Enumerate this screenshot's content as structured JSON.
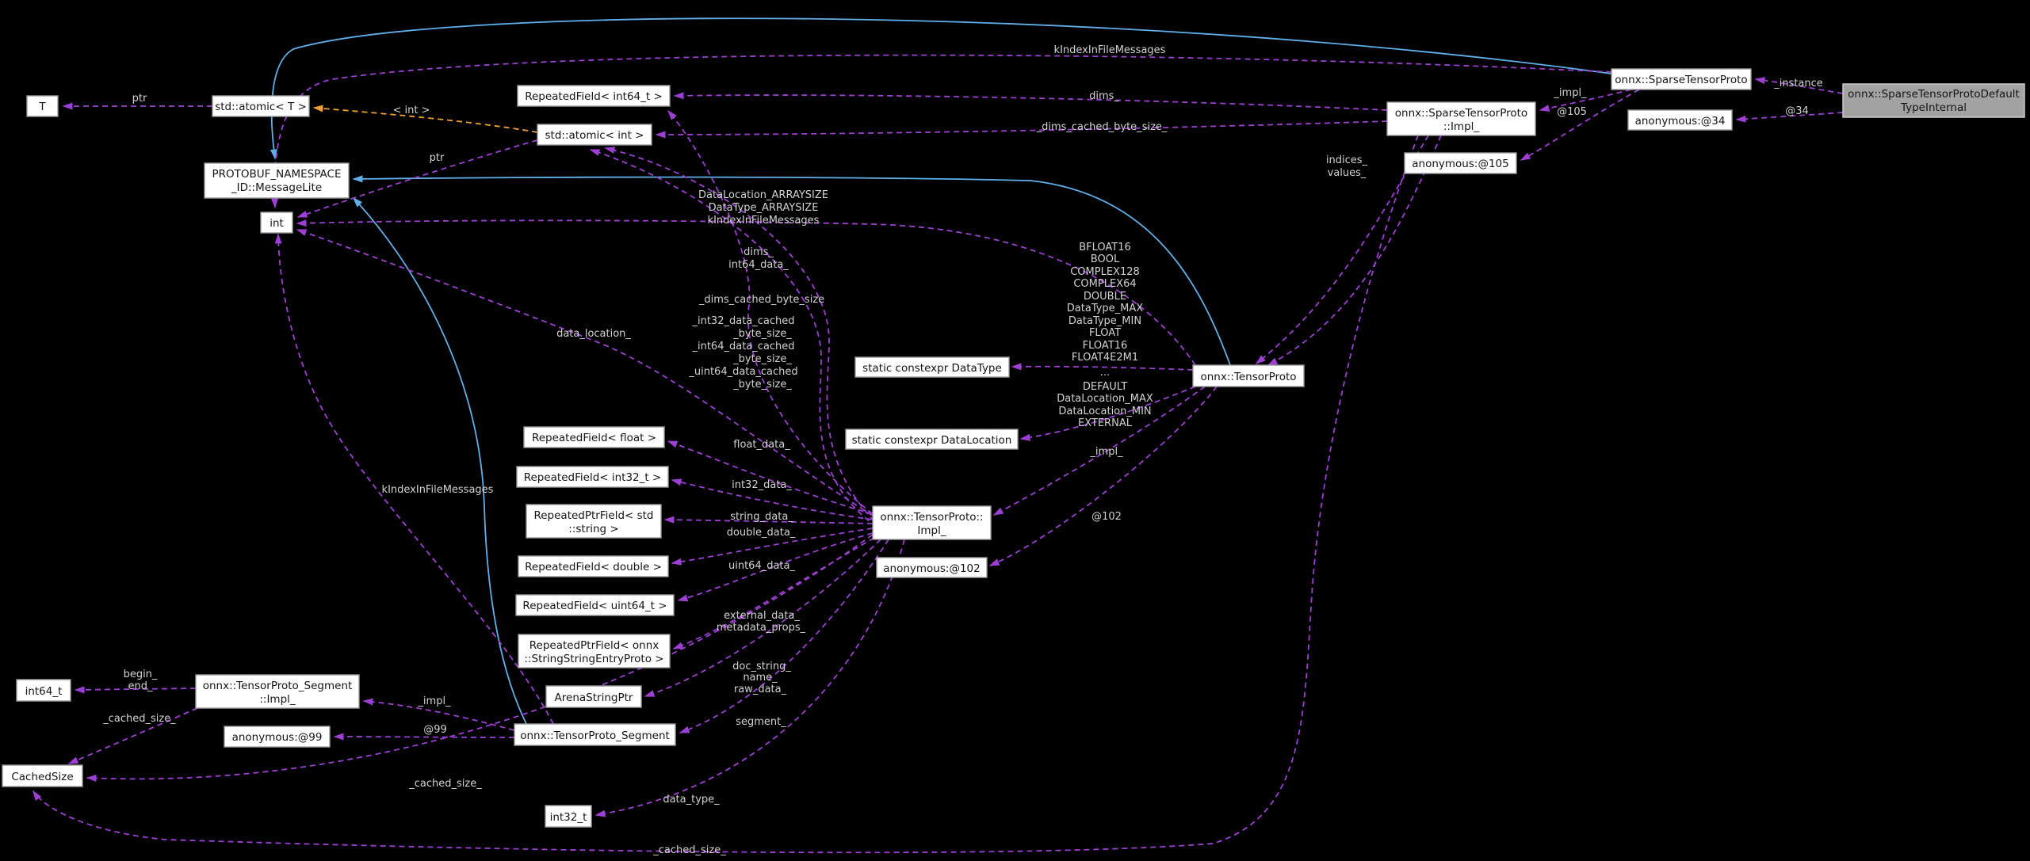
{
  "colors": {
    "background": "#000000",
    "node_fill": "#ffffff",
    "node_border": "#9b9b9b",
    "gray_node_fill": "#a2a2a2",
    "edge_member": "#9d3fd4",
    "edge_inheritance": "#5fb0ea",
    "edge_template": "#f0a030",
    "edge_label_text": "#d2d2d2",
    "node_text": "#141414"
  },
  "nodes": {
    "t": {
      "lines": [
        "T"
      ]
    },
    "atomic_t": {
      "lines": [
        "std::atomic< T >"
      ]
    },
    "message_lite": {
      "lines": [
        "PROTOBUF_NAMESPACE",
        "_ID::MessageLite"
      ]
    },
    "int": {
      "lines": [
        "int"
      ]
    },
    "rf_int64": {
      "lines": [
        "RepeatedField< int64_t >"
      ]
    },
    "atomic_int": {
      "lines": [
        "std::atomic< int >"
      ]
    },
    "sparse_tensor_proto": {
      "lines": [
        "onnx::SparseTensorProto"
      ]
    },
    "sparse_default_type_internal": {
      "lines": [
        "onnx::SparseTensorProtoDefault",
        "TypeInternal"
      ]
    },
    "anon_34": {
      "lines": [
        "anonymous:@34"
      ]
    },
    "sparse_impl": {
      "lines": [
        "onnx::SparseTensorProto",
        "::Impl_"
      ]
    },
    "anon_105": {
      "lines": [
        "anonymous:@105"
      ]
    },
    "tensor_proto": {
      "lines": [
        "onnx::TensorProto"
      ]
    },
    "constexpr_datatype": {
      "lines": [
        "static constexpr DataType"
      ]
    },
    "constexpr_datalocation": {
      "lines": [
        "static constexpr DataLocation"
      ]
    },
    "tensor_impl": {
      "lines": [
        "onnx::TensorProto::",
        "Impl_"
      ]
    },
    "anon_102": {
      "lines": [
        "anonymous:@102"
      ]
    },
    "rf_float": {
      "lines": [
        "RepeatedField< float >"
      ]
    },
    "rf_int32": {
      "lines": [
        "RepeatedField< int32_t >"
      ]
    },
    "rpf_string": {
      "lines": [
        "RepeatedPtrField< std",
        "::string >"
      ]
    },
    "rf_double": {
      "lines": [
        "RepeatedField< double >"
      ]
    },
    "rf_uint64": {
      "lines": [
        "RepeatedField< uint64_t >"
      ]
    },
    "rpf_sse": {
      "lines": [
        "RepeatedPtrField< onnx",
        "::StringStringEntryProto >"
      ]
    },
    "arena_string_ptr": {
      "lines": [
        "ArenaStringPtr"
      ]
    },
    "tensor_segment": {
      "lines": [
        "onnx::TensorProto_Segment"
      ]
    },
    "int64_t": {
      "lines": [
        "int64_t"
      ]
    },
    "segment_impl": {
      "lines": [
        "onnx::TensorProto_Segment",
        "::Impl_"
      ]
    },
    "anon_99": {
      "lines": [
        "anonymous:@99"
      ]
    },
    "cached_size": {
      "lines": [
        "CachedSize"
      ]
    },
    "int32_t": {
      "lines": [
        "int32_t"
      ]
    }
  },
  "edge_labels": {
    "k_index_top": "kIndexInFileMessages",
    "ptr_t": "ptr",
    "template_int": "< int >",
    "ptr_int": "ptr",
    "dims_top": "dims_",
    "dims_cached_top": "_dims_cached_byte_size_",
    "impl_sparse": "_impl_",
    "at105": "@105",
    "instance": "_instance",
    "at34": "@34",
    "arraysizes": [
      "DataLocation_ARRAYSIZE",
      "DataType_ARRAYSIZE",
      "kIndexInFileMessages"
    ],
    "dims_int64": [
      "dims_",
      "int64_data_"
    ],
    "dims_cached_mid": "_dims_cached_byte_size",
    "cached_sizes_block": [
      "_int32_data_cached",
      "_byte_size_",
      "_int64_data_cached",
      "_byte_size_",
      "_uint64_data_cached",
      "_byte_size_"
    ],
    "data_location": "data_location_",
    "k_index_left": "kIndexInFileMessages",
    "float_data": "float_data_",
    "int32_data": "int32_data_",
    "string_data": "string_data_",
    "double_data": "double_data_",
    "uint64_data": "uint64_data_",
    "external_data": "external_data_",
    "metadata_props": "metadata_props_",
    "doc_string": "doc_string_",
    "name": "name_",
    "raw_data": "raw_data_",
    "segment": "segment_",
    "indices_values": [
      "indices_",
      "values_"
    ],
    "datatype_enums": [
      "BFLOAT16",
      "BOOL",
      "COMPLEX128",
      "COMPLEX64",
      "DOUBLE",
      "DataType_MAX",
      "DataType_MIN",
      "FLOAT",
      "FLOAT16",
      "FLOAT4E2M1",
      "..."
    ],
    "datalocation_enums": [
      "DEFAULT",
      "DataLocation_MAX",
      "DataLocation_MIN",
      "EXTERNAL"
    ],
    "impl_tensor": "_impl_",
    "at102": "@102",
    "begin_end": [
      "begin_",
      "end_"
    ],
    "cached_size_seg": "_cached_size_",
    "impl_segment": "_impl_",
    "at99": "@99",
    "cached_size_tensor": "_cached_size_",
    "data_type": "data_type_",
    "cached_size_sparse": "_cached_size_"
  }
}
